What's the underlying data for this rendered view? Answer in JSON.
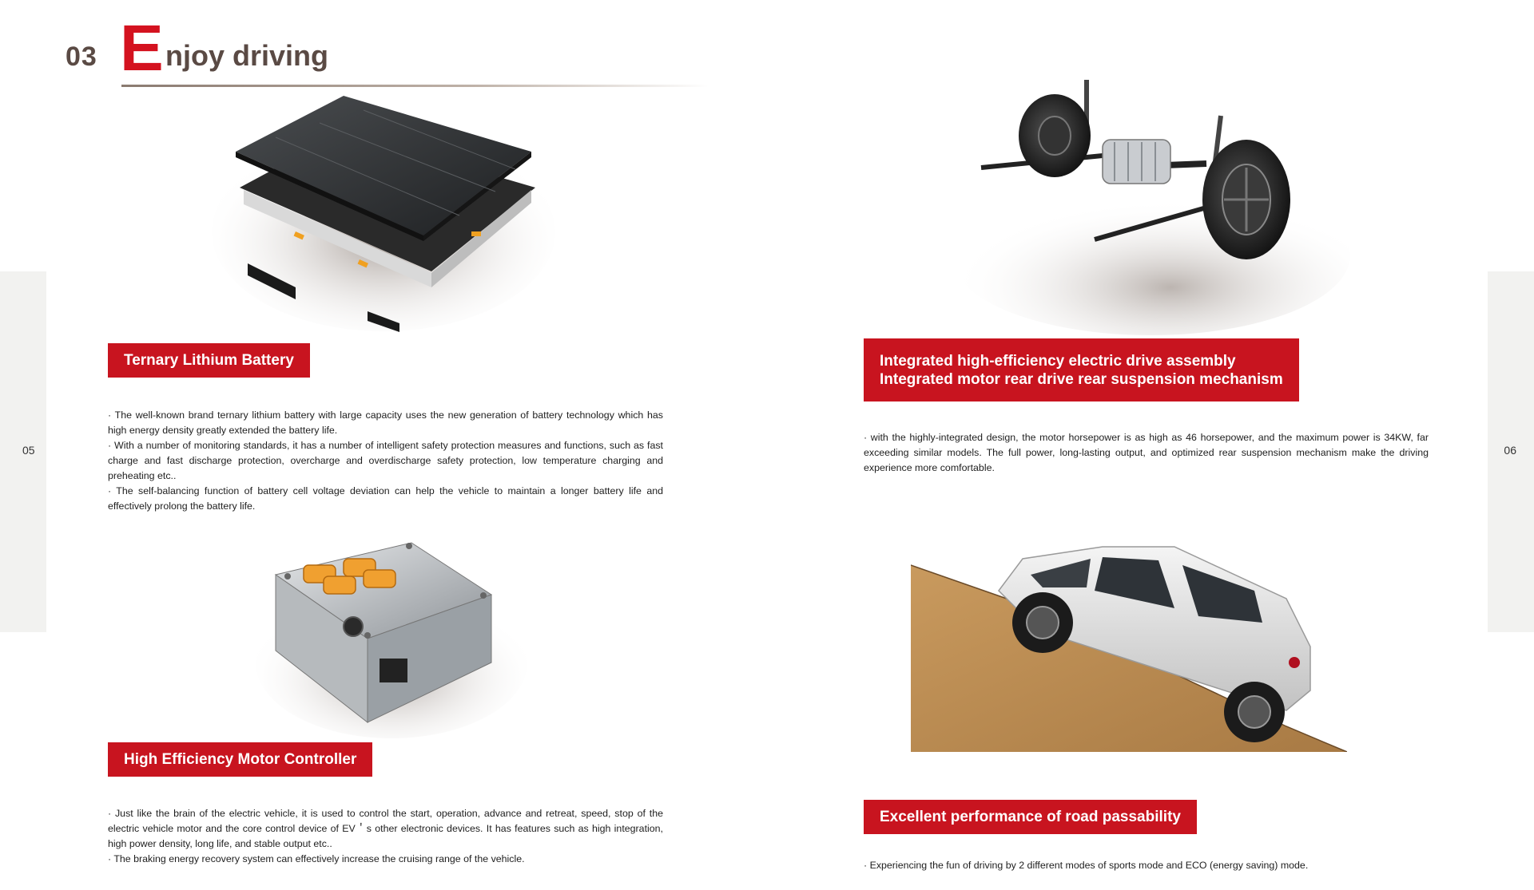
{
  "header": {
    "section_number": "03",
    "title_initial": "E",
    "title_rest": "njoy driving"
  },
  "pages": {
    "left": "05",
    "right": "06"
  },
  "battery": {
    "label": "Ternary Lithium Battery",
    "bullets": [
      "· The well-known brand ternary lithium battery with large capacity uses the new generation of battery technology which has high energy density greatly extended the battery life.",
      "· With a number of monitoring standards, it has a number of intelligent safety protection measures and functions, such as fast charge and fast discharge protection, overcharge and overdischarge safety protection, low temperature charging and preheating etc..",
      "· The self-balancing function of battery cell voltage deviation can help the vehicle to maintain a longer battery life and effectively prolong the battery life."
    ]
  },
  "controller": {
    "label": "High Efficiency Motor Controller",
    "bullets": [
      "· Just like the brain of the electric vehicle, it is used to control the start, operation, advance and retreat, speed, stop of the electric vehicle motor and the core control device of EV＇s other electronic devices. It has features such as high integration, high power density, long life, and stable output etc..",
      "· The braking energy recovery system can effectively increase the cruising range of the vehicle."
    ]
  },
  "drive": {
    "label_line1": "Integrated high-efficiency electric drive assembly",
    "label_line2": "Integrated motor rear drive rear suspension mechanism",
    "bullets": [
      "· with the highly-integrated design, the motor horsepower is as high as 46 horsepower, and the maximum power is 34KW, far exceeding similar models. The full power, long-lasting output, and optimized rear suspension mechanism make the driving experience more comfortable."
    ]
  },
  "passability": {
    "label": "Excellent performance of road passability",
    "bullets": [
      "· Experiencing the fun of driving by 2 different modes of sports mode and ECO (energy saving) mode."
    ]
  },
  "colors": {
    "accent": "#c8141f",
    "heading": "#5a4a44",
    "side_tab": "#f2f2f0"
  }
}
